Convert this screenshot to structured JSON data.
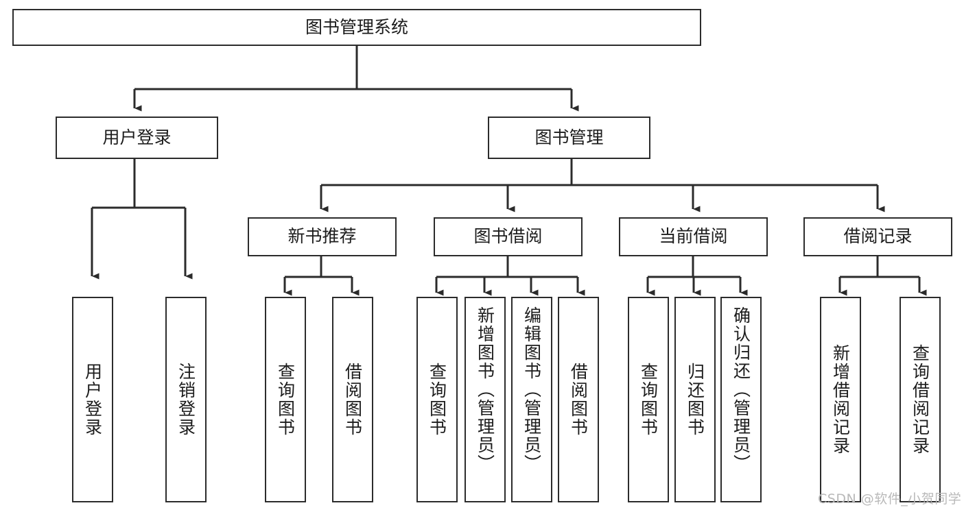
{
  "diagram": {
    "title": "图书管理系统",
    "type": "tree-hierarchy",
    "colors": {
      "box_border": "#2b2b2b",
      "box_fill": "#ffffff",
      "connector": "#2b2b2b",
      "text": "#1c1c1c",
      "watermark": "#b9b9b9",
      "background": "#ffffff"
    }
  },
  "root": {
    "label": "图书管理系统"
  },
  "level2": [
    {
      "label": "用户登录"
    },
    {
      "label": "图书管理"
    }
  ],
  "level3": [
    {
      "label": "新书推荐"
    },
    {
      "label": "图书借阅"
    },
    {
      "label": "当前借阅"
    },
    {
      "label": "借阅记录"
    }
  ],
  "leaves": {
    "user_login": [
      {
        "label": "用户登录"
      },
      {
        "label": "注销登录"
      }
    ],
    "new_book_recommend": [
      {
        "label": "查询图书"
      },
      {
        "label": "借阅图书"
      }
    ],
    "book_borrow": [
      {
        "label": "查询图书"
      },
      {
        "label": "新增图书（管理员）"
      },
      {
        "label": "编辑图书（管理员）"
      },
      {
        "label": "借阅图书"
      }
    ],
    "current_borrow": [
      {
        "label": "查询图书"
      },
      {
        "label": "归还图书"
      },
      {
        "label": "确认归还（管理员）"
      }
    ],
    "borrow_record": [
      {
        "label": "新增借阅记录"
      },
      {
        "label": "查询借阅记录"
      }
    ]
  },
  "watermark": {
    "text": "CSDN @软件_小贺同学"
  }
}
